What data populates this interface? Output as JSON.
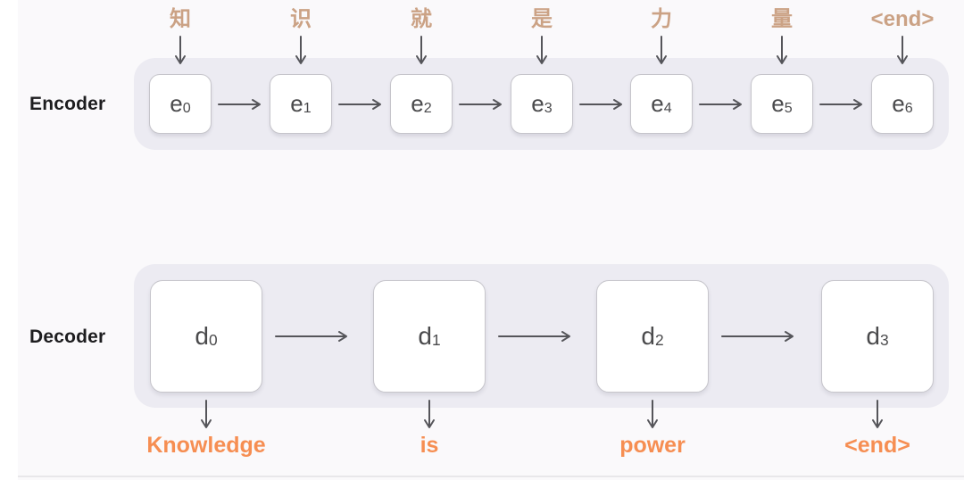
{
  "encoder": {
    "label": "Encoder",
    "inputs": [
      "知",
      "识",
      "就",
      "是",
      "力",
      "量",
      "<end>"
    ],
    "units": [
      {
        "base": "e",
        "sub": "0"
      },
      {
        "base": "e",
        "sub": "1"
      },
      {
        "base": "e",
        "sub": "2"
      },
      {
        "base": "e",
        "sub": "3"
      },
      {
        "base": "e",
        "sub": "4"
      },
      {
        "base": "e",
        "sub": "5"
      },
      {
        "base": "e",
        "sub": "6"
      }
    ]
  },
  "decoder": {
    "label": "Decoder",
    "units": [
      {
        "base": "d",
        "sub": "0"
      },
      {
        "base": "d",
        "sub": "1"
      },
      {
        "base": "d",
        "sub": "2"
      },
      {
        "base": "d",
        "sub": "3"
      }
    ],
    "outputs": [
      "Knowledge",
      "is",
      "power",
      "<end>"
    ]
  },
  "colors": {
    "page_background": "#faf9fb",
    "band_background": "#ecebf2",
    "box_border": "#c6c5cb",
    "box_text": "#4a4a4c",
    "arrow": "#55555a",
    "row_label_text": "#1d1d1f",
    "input_label_text": "#cba285",
    "output_label_text": "#f68e52"
  }
}
